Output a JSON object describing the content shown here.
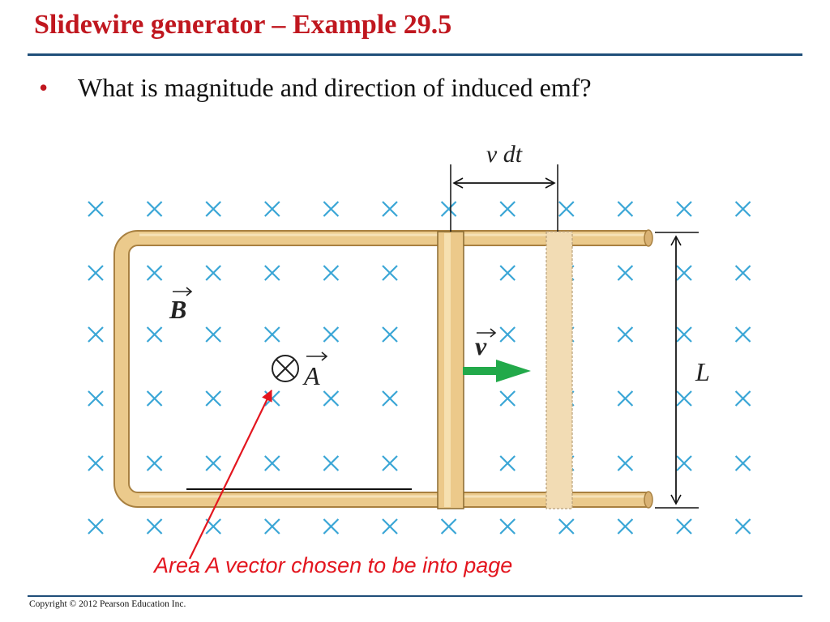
{
  "slide": {
    "title": "Slidewire generator – Example 29.5",
    "bullet": "What is magnitude and direction of induced emf?",
    "caption": "Area A vector chosen to be into page",
    "copyright": "Copyright © 2012 Pearson Education Inc."
  },
  "figure": {
    "labels": {
      "displacement": "v dt",
      "field": "B",
      "area": "A",
      "velocity": "v",
      "length": "L"
    },
    "colors": {
      "field_marks": "#3aa6d6",
      "rail": "#ebca8c",
      "rail_edge": "#a88040",
      "velocity_arrow": "#22a94a",
      "annotation_arrow": "#e3161f",
      "title": "#c0171f",
      "rule": "#1f4e79"
    },
    "icons": {
      "field_into_page": "cross-mark",
      "area_direction": "circled-times"
    }
  }
}
